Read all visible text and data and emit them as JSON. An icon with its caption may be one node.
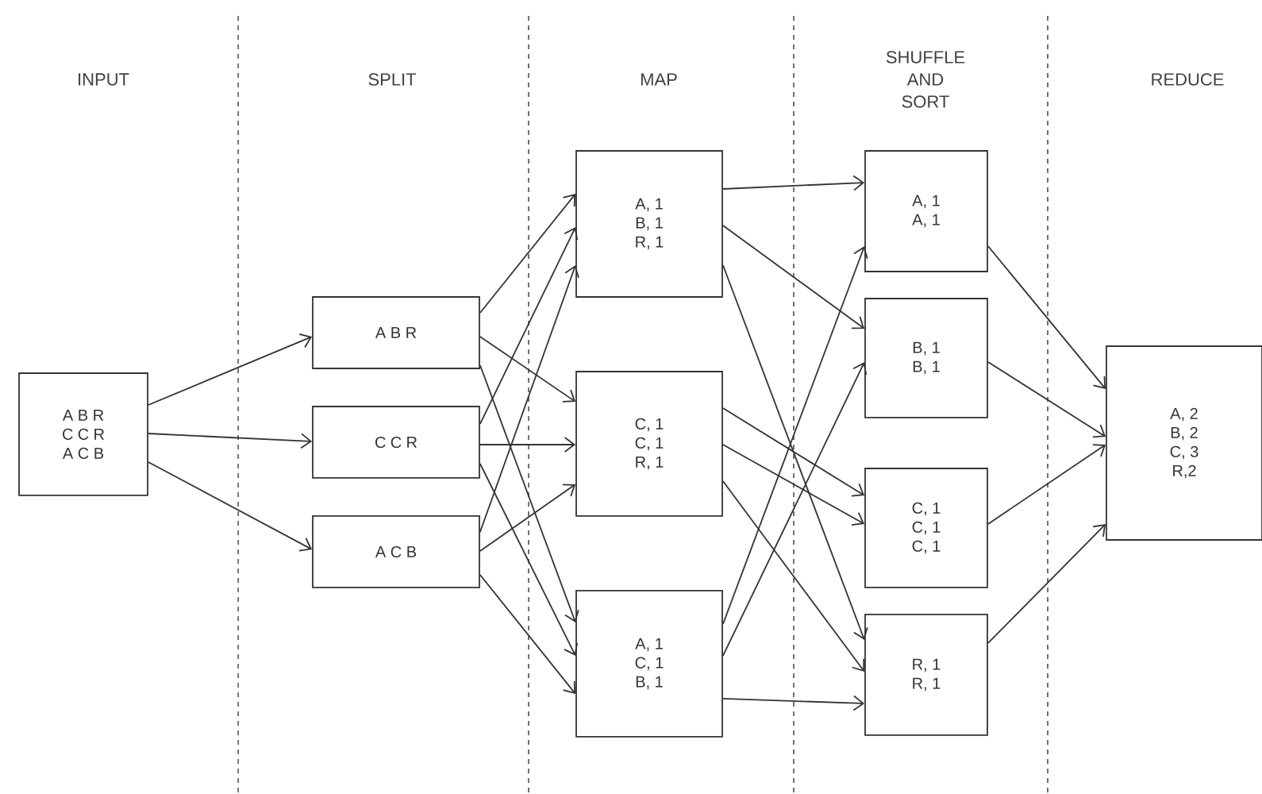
{
  "diagram": {
    "nodes": [
      {
        "text": [
          "A B R C C R A C B"
        ]
      },
      {
        "text": [
          "A B R"
        ]
      },
      {
        "text": [
          "C C R"
        ]
      },
      {
        "text": [
          "A C B"
        ]
      },
      {
        "text": [
          "A, 1 B, 1 R, 1"
        ]
      },
      {
        "text": [
          "C, 1 C, 1 R, 1"
        ]
      },
      {
        "text": [
          "A, 1 C, 1 B, 1"
        ]
      },
      {
        "text": [
          "A, 1 A, 1"
        ]
      },
      {
        "text": [
          "B, 1 B, 1"
        ]
      },
      {
        "text": [
          "C, 1 C, 1 C, 1"
        ]
      },
      {
        "text": [
          "R, 1 R, 1"
        ]
      },
      {
        "text": [
          "A, 2 B, 2 C, 3 R,2"
        ]
      }
    ],
    "edges": [
      {
        "from": 0,
        "to": 1,
        "arrow": "to"
      },
      {
        "from": 0,
        "to": 2,
        "arrow": "to"
      },
      {
        "from": 0,
        "to": 3,
        "arrow": "to"
      },
      {
        "from": 1,
        "to": 4,
        "arrow": "to"
      },
      {
        "from": 1,
        "to": 5,
        "arrow": "to"
      },
      {
        "from": 1,
        "to": 6,
        "arrow": "to"
      },
      {
        "from": 2,
        "to": 4,
        "arrow": "to"
      },
      {
        "from": 2,
        "to": 5,
        "arrow": "to"
      },
      {
        "from": 2,
        "to": 6,
        "arrow": "to"
      },
      {
        "from": 3,
        "to": 4,
        "arrow": "to"
      },
      {
        "from": 3,
        "to": 5,
        "arrow": "to"
      },
      {
        "from": 3,
        "to": 6,
        "arrow": "to"
      },
      {
        "from": 4,
        "to": 7,
        "arrow": "to"
      },
      {
        "from": 4,
        "to": 8,
        "arrow": "to"
      },
      {
        "from": 4,
        "to": 10,
        "arrow": "to"
      },
      {
        "from": 5,
        "to": 9,
        "arrow": "to"
      },
      {
        "from": 5,
        "to": 9,
        "arrow": "to"
      },
      {
        "from": 5,
        "to": 10,
        "arrow": "to"
      },
      {
        "from": 6,
        "to": 7,
        "arrow": "to"
      },
      {
        "from": 6,
        "to": 8,
        "arrow": "to"
      },
      {
        "from": 6,
        "to": 10,
        "arrow": "to"
      },
      {
        "from": 7,
        "to": 11,
        "arrow": "to"
      },
      {
        "from": 8,
        "to": 11,
        "arrow": "to"
      },
      {
        "from": 9,
        "to": 11,
        "arrow": "to"
      },
      {
        "from": 10,
        "to": 11,
        "arrow": "to"
      }
    ],
    "labels": [
      "INPUT",
      "SPLIT",
      "MAP",
      "SHUFFLE AND SORT",
      "REDUCE"
    ]
  }
}
